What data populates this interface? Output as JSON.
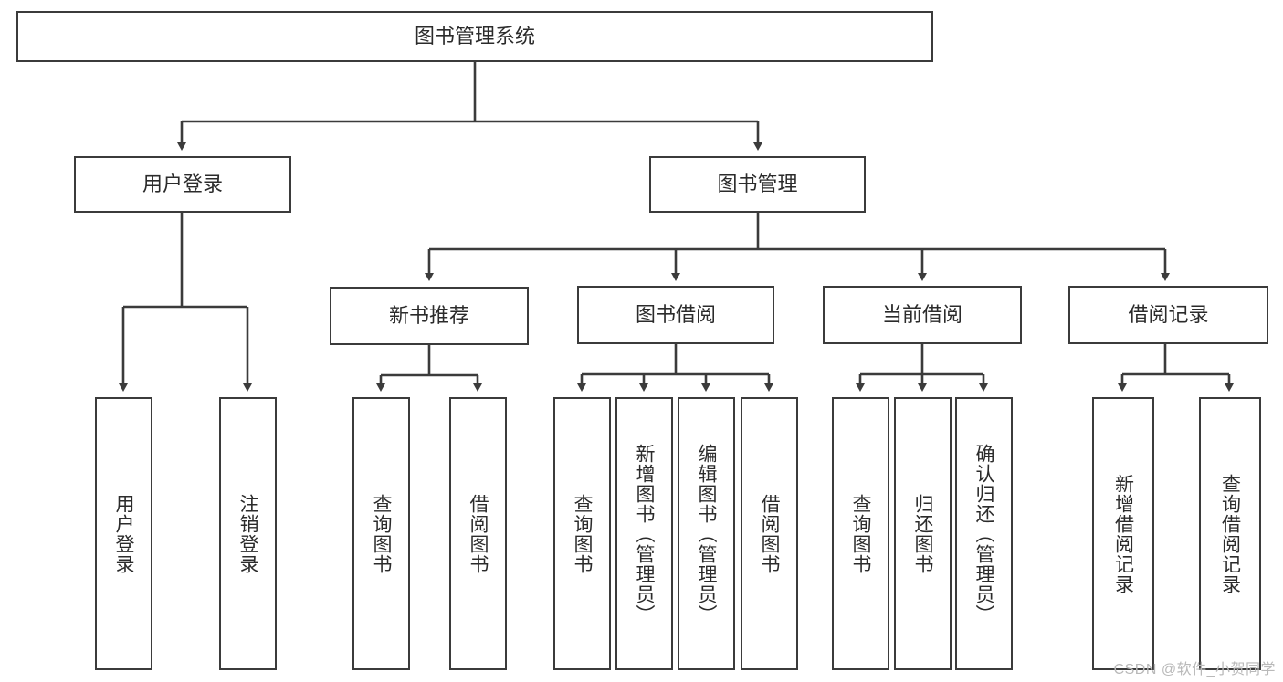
{
  "diagram": {
    "title": "图书管理系统",
    "type": "hierarchy-tree",
    "watermark": "CSDN @软件_小贺同学",
    "root": {
      "label": "图书管理系统"
    },
    "level1": [
      {
        "label": "用户登录"
      },
      {
        "label": "图书管理"
      }
    ],
    "level2": [
      {
        "label": "新书推荐"
      },
      {
        "label": "图书借阅"
      },
      {
        "label": "当前借阅"
      },
      {
        "label": "借阅记录"
      }
    ],
    "leaves": {
      "user_login": [
        {
          "label": "用户登录"
        },
        {
          "label": "注销登录"
        }
      ],
      "new_book_recommend": [
        {
          "label": "查询图书"
        },
        {
          "label": "借阅图书"
        }
      ],
      "book_borrow": [
        {
          "label": "查询图书"
        },
        {
          "label": "新增图书（管理员）"
        },
        {
          "label": "编辑图书（管理员）"
        },
        {
          "label": "借阅图书"
        }
      ],
      "current_borrow": [
        {
          "label": "查询图书"
        },
        {
          "label": "归还图书"
        },
        {
          "label": "确认归还（管理员）"
        }
      ],
      "borrow_record": [
        {
          "label": "新增借阅记录"
        },
        {
          "label": "查询借阅记录"
        }
      ]
    },
    "colors": {
      "stroke": "#3b3b3b",
      "fill": "#ffffff",
      "text": "#2b2b2b",
      "watermark": "#b9b9b9"
    }
  }
}
